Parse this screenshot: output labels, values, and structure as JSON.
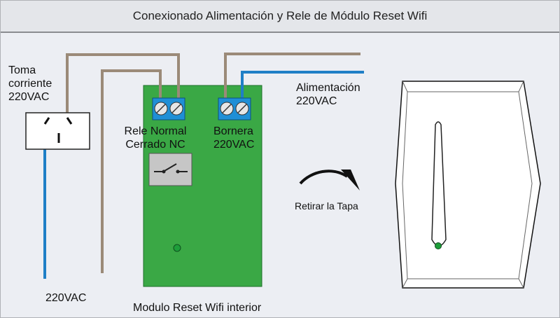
{
  "title": "Conexionado Alimentación y Rele de Módulo Reset Wifi",
  "labels": {
    "toma": "Toma\ncorriente\n220VAC",
    "rele": "Rele Normal\nCerrado NC",
    "bornera": "Bornera\n220VAC",
    "alimentacion": "Alimentación\n220VAC",
    "retirar": "Retirar la Tapa",
    "bottom_voltage": "220VAC",
    "modulo": "Modulo Reset Wifi interior"
  },
  "colors": {
    "background": "#eceef3",
    "header_bg": "#e4e6ea",
    "wire_brown": "#9b8a78",
    "wire_blue": "#1f7fc6",
    "board_green": "#3aa845",
    "terminal_blue": "#1f8fd6",
    "relay_gray": "#c6c6c6",
    "led_green": "#1e9e3a"
  },
  "icons": {
    "outlet": "wall-outlet-icon",
    "relay": "relay-switch-icon",
    "terminal": "screw-terminal-icon",
    "arrow": "curved-arrow-icon",
    "device": "wifi-device-icon"
  }
}
